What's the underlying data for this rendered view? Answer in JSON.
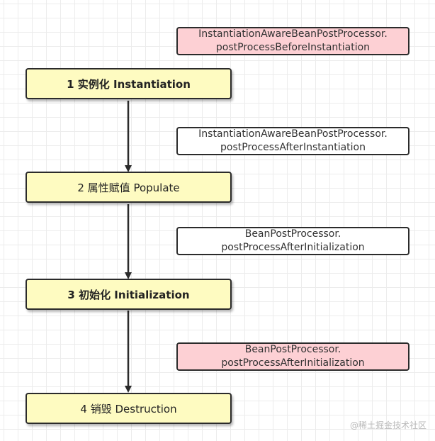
{
  "stages": [
    {
      "label": "1 实例化 Instantiation",
      "bold": true
    },
    {
      "label": "2 属性赋值 Populate",
      "bold": false
    },
    {
      "label": "3 初始化 Initialization",
      "bold": true
    },
    {
      "label": "4 销毁 Destruction",
      "bold": false
    }
  ],
  "notes": [
    {
      "line1": "InstantiationAwareBeanPostProcessor.",
      "line2": "postProcessBeforeInstantiation",
      "fill": "#fdd0d4"
    },
    {
      "line1": "InstantiationAwareBeanPostProcessor.",
      "line2": "postProcessAfterInstantiation",
      "fill": "#ffffff"
    },
    {
      "line1": "BeanPostProcessor.",
      "line2": "postProcessAfterInitialization",
      "fill": "#ffffff"
    },
    {
      "line1": "BeanPostProcessor.",
      "line2": "postProcessAfterInitialization",
      "fill": "#fdd0d4"
    }
  ],
  "watermark": "@稀土掘金技术社区",
  "colors": {
    "stage_fill": "#fefbc1",
    "highlight_note_fill": "#fdd0d4",
    "plain_note_fill": "#ffffff",
    "border": "#2b2b2b"
  }
}
